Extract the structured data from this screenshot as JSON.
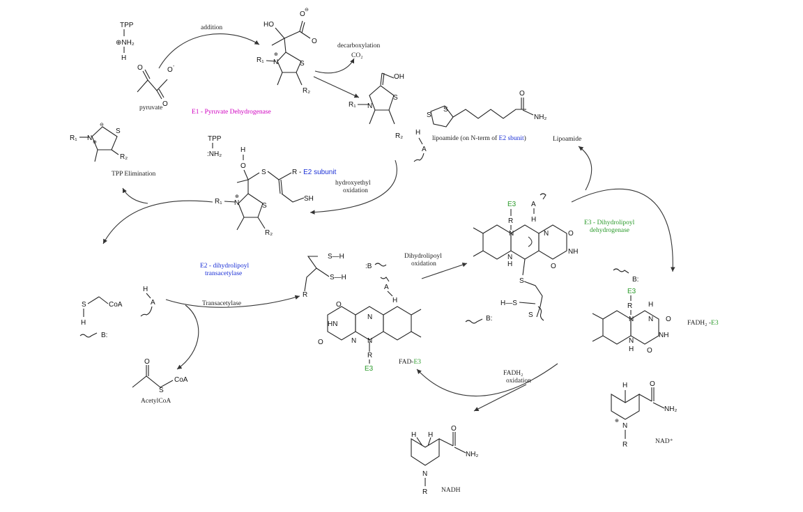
{
  "labels": {
    "addition": "addition",
    "decarboxylation": "decarboxylation",
    "co2": "CO₂",
    "pyruvate": "pyruvate",
    "e1_enzyme": "E1 - Pyruvate Dehydrogenase",
    "tpp": "TPP",
    "nh2_plus": "⊕NH₂",
    "nh2_neutral": ":NH₂",
    "tpp_elimination": "TPP Elimination",
    "e2_subunit_prefix": "R - ",
    "e2_subunit": "E2 subunit",
    "hydroxyethyl_oxidation_1": "hydroxyethyl",
    "hydroxyethyl_oxidation_2": "oxidation",
    "lipoamide_caption_pre": "lipoamide (on N-term of ",
    "lipoamide_caption_blue": "E2 sbunit",
    "lipoamide_caption_post": ")",
    "lipoamide": "Lipoamide",
    "e3_enzyme_1": "E3 - Dihydrolipoyl",
    "e3_enzyme_2": "dehydrogenase",
    "e2_enzyme_1": "E2 - dihydrolipoyl",
    "e2_enzyme_2": "transacetylase",
    "transacetylase": "Transacetylase",
    "dihydrolipoyl_oxidation_1": "Dihydrolipoyl",
    "dihydrolipoyl_oxidation_2": "oxidation",
    "acetylcoa": "AcetylCoA",
    "coa": "CoA",
    "fad_e3_pre": "FAD-",
    "e3": "E3",
    "fadh2_e3_pre": "FADH₂ -",
    "fadh2_oxidation_1": "FADH₂",
    "fadh2_oxidation_2": "oxidation",
    "nad_plus": "NAD⁺",
    "nadh": "NADH"
  },
  "colors": {
    "e1": "#d000c0",
    "e2": "#1a2fd6",
    "e3": "#2a9a2a"
  }
}
